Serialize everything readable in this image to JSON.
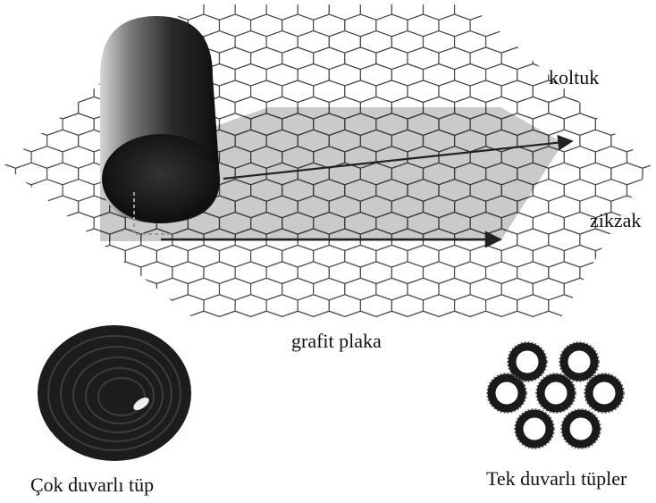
{
  "labels": {
    "armchair": "koltuk",
    "zigzag": "zikzak",
    "graphite_sheet": "grafit plaka",
    "multi_wall_tube": "Çok duvarlı tüp",
    "single_wall_tubes": "Tek duvarlı tüpler"
  },
  "colors": {
    "lattice_stroke": "#4a4a4a",
    "shaded_region": "#b8b8b8",
    "tube_dark": "#1a1a1a",
    "arrow": "#222222"
  },
  "icons": {
    "rolled_tube": "rolled-nanotube-cylinder",
    "multi_wall": "multi-wall-nanotube-cross-section",
    "single_wall_bundle": "single-wall-nanotube-bundle"
  }
}
